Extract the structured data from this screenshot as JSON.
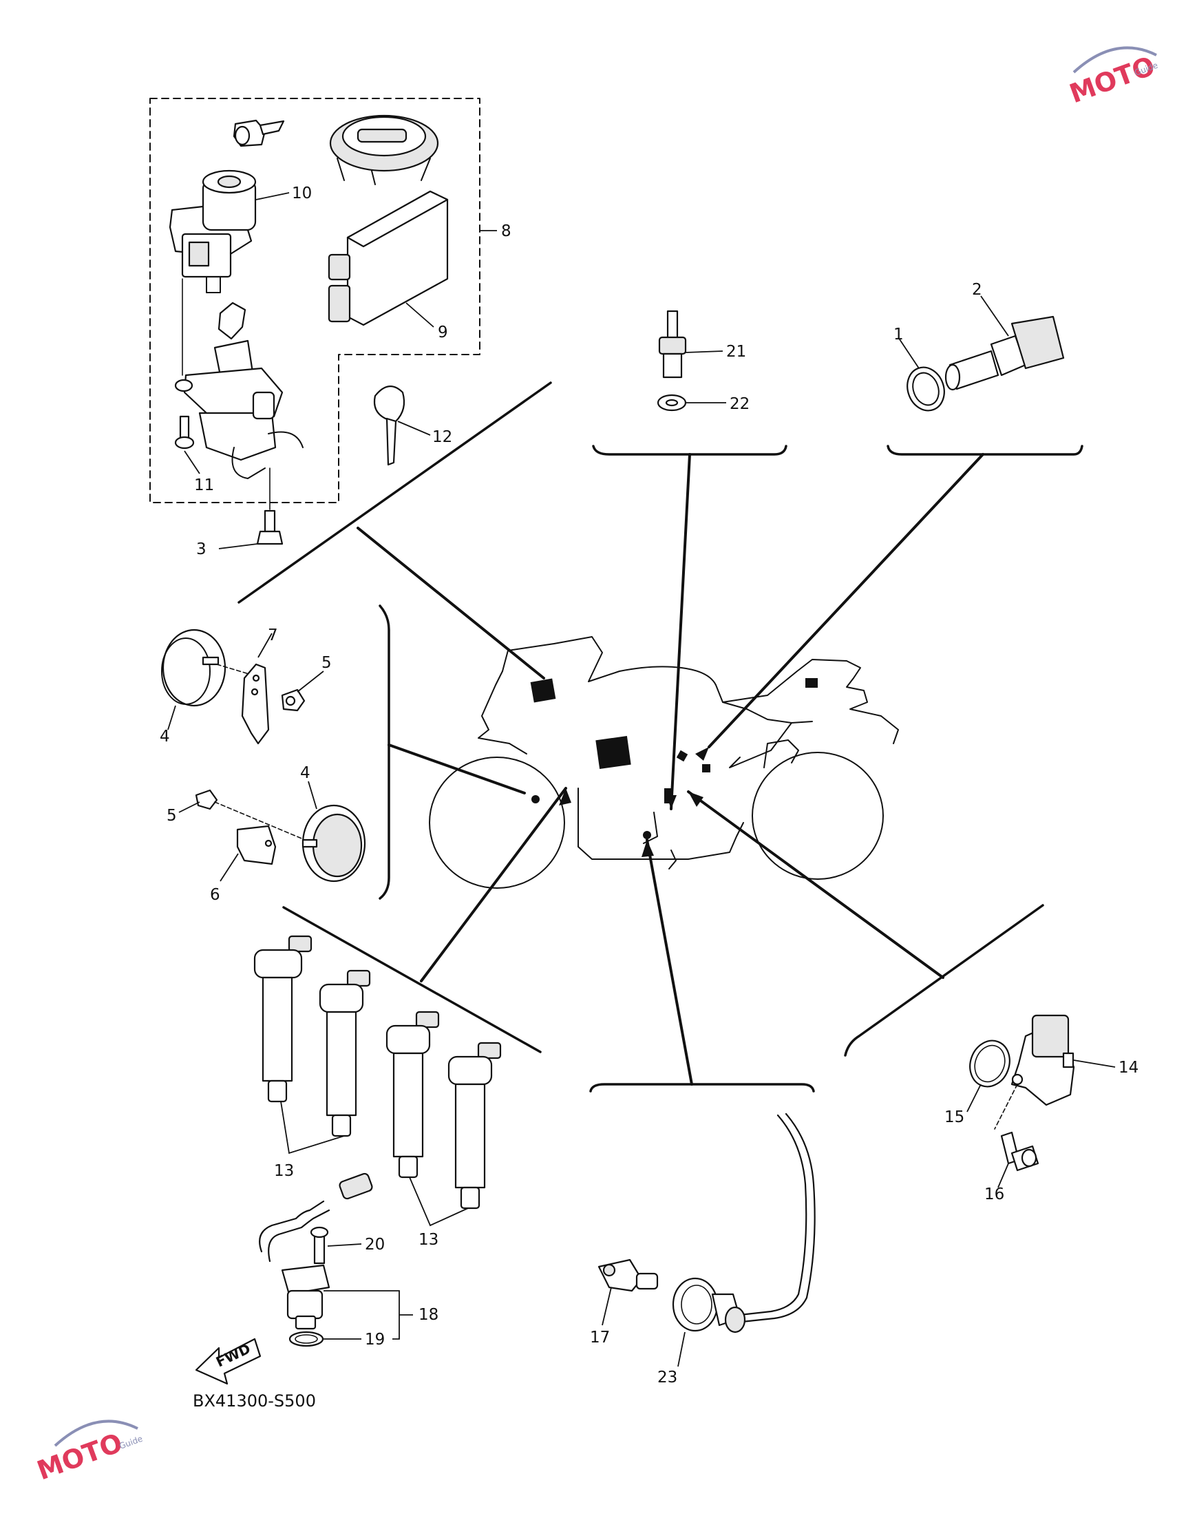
{
  "diagram": {
    "code": "BX41300-S500",
    "fwd_label": "FWD",
    "callouts": [
      "1",
      "2",
      "3",
      "4",
      "5",
      "6",
      "7",
      "8",
      "9",
      "10",
      "11",
      "12",
      "13",
      "14",
      "15",
      "16",
      "17",
      "18",
      "19",
      "20",
      "21",
      "22",
      "23"
    ]
  },
  "watermark": {
    "text": "MOTO",
    "subtext": "Guide",
    "color": "#e03a5c"
  }
}
